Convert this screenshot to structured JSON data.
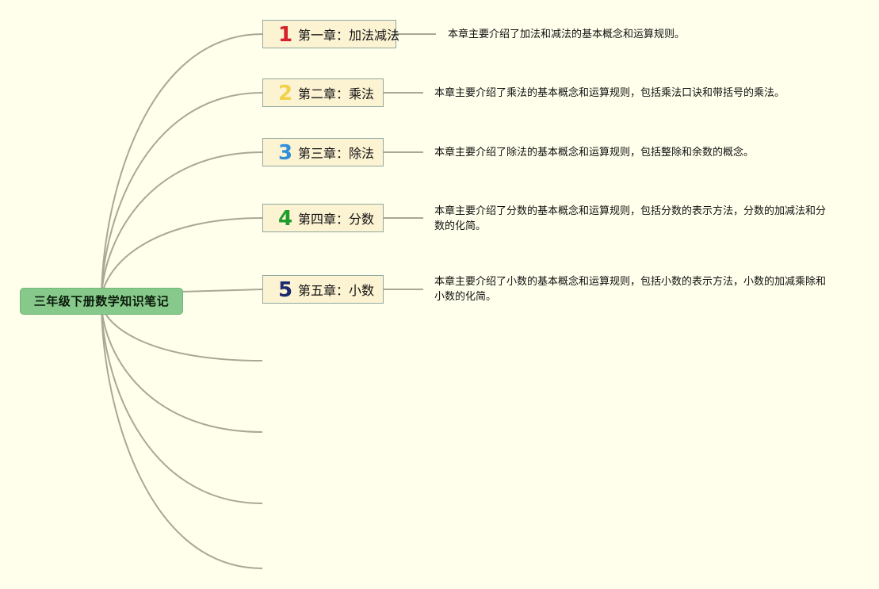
{
  "root": {
    "label": "三年级下册数学知识笔记"
  },
  "chapters": [
    {
      "number": "1",
      "label": "第一章：加法减法",
      "number_color": "#d6202a",
      "description": "本章主要介绍了加法和减法的基本概念和运算规则。"
    },
    {
      "number": "2",
      "label": "第二章：乘法",
      "number_color": "#f2d24a",
      "description": "本章主要介绍了乘法的基本概念和运算规则，包括乘法口诀和带括号的乘法。"
    },
    {
      "number": "3",
      "label": "第三章：除法",
      "number_color": "#2f8fd8",
      "description": "本章主要介绍了除法的基本概念和运算规则，包括整除和余数的概念。"
    },
    {
      "number": "4",
      "label": "第四章：分数",
      "number_color": "#1e9c2c",
      "description": "本章主要介绍了分数的基本概念和运算规则，包括分数的表示方法，分数的加减法和分数的化简。"
    },
    {
      "number": "5",
      "label": "第五章：小数",
      "number_color": "#1c2a6e",
      "description": "本章主要介绍了小数的基本概念和运算规则，包括小数的表示方法，小数的加减乘除和小数的化简。"
    }
  ],
  "colors": {
    "background": "#ffffec",
    "link": "#a8a896",
    "root_fill": "#86c98a",
    "chapter_fill": "#fcf3d3",
    "chapter_border": "#8fa8a0"
  }
}
